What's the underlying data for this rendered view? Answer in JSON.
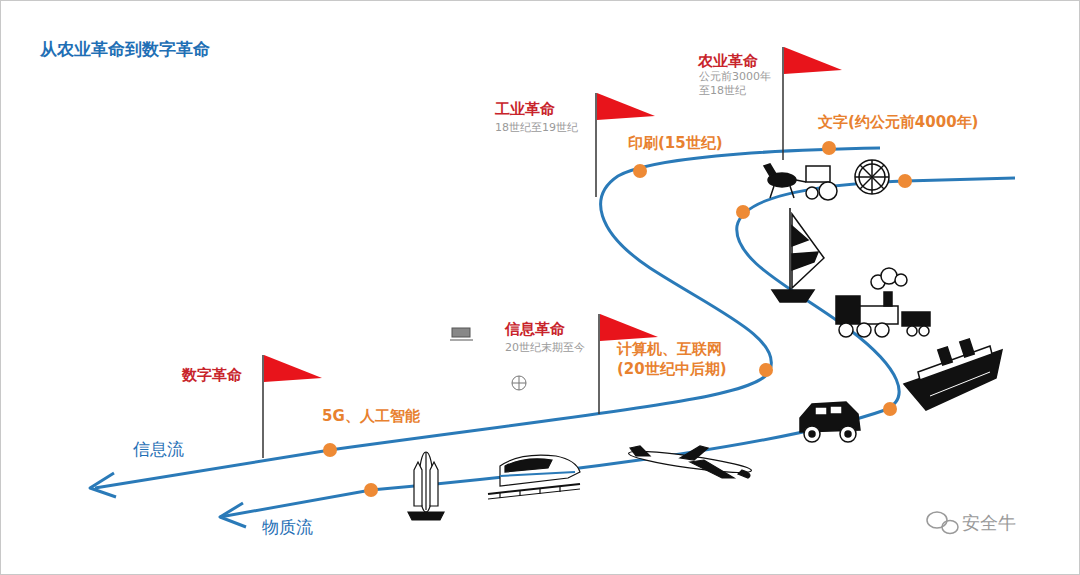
{
  "diagram": {
    "title": "从农业革命到数字革命",
    "labels": [
      "农业革命",
      "公元前3000年 至18世纪",
      "工业革命",
      "18世纪至19世纪",
      "文字(约公元前4000年)",
      "印刷(15世纪)",
      "信息革命",
      "20世纪末期至今",
      "计算机、互联网 (20世纪中后期)",
      "数字革命",
      "5G、人工智能",
      "信息流",
      "物质流",
      "安全牛"
    ]
  }
}
